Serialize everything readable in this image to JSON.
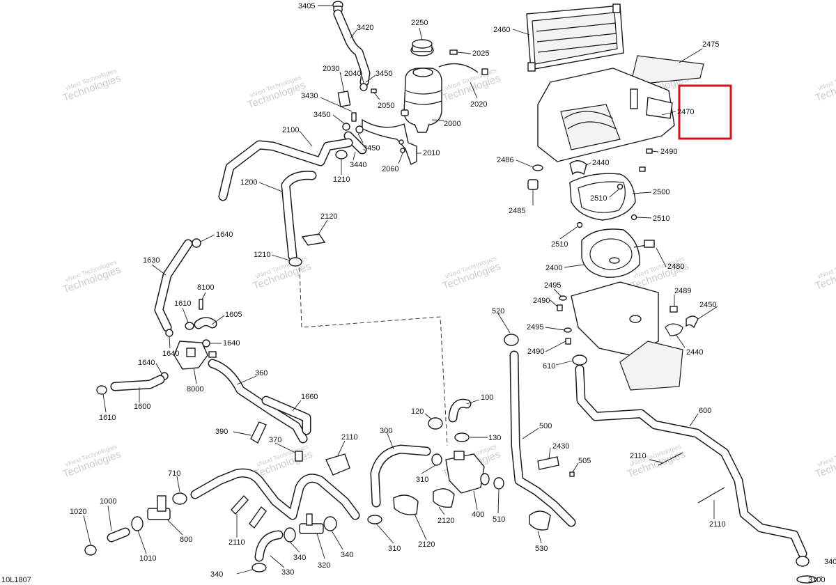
{
  "diagram_code": "10L1807",
  "watermark": {
    "line1": "vNext Technologies",
    "line2": "Technologies"
  },
  "highlight_color": "#d0121b",
  "callouts": [
    {
      "id": "3405",
      "label": "3405"
    },
    {
      "id": "3420",
      "label": "3420"
    },
    {
      "id": "2250",
      "label": "2250"
    },
    {
      "id": "2460",
      "label": "2460"
    },
    {
      "id": "2475",
      "label": "2475"
    },
    {
      "id": "2025",
      "label": "2025"
    },
    {
      "id": "2030",
      "label": "2030"
    },
    {
      "id": "2040",
      "label": "2040"
    },
    {
      "id": "3450a",
      "label": "3450"
    },
    {
      "id": "2050",
      "label": "2050"
    },
    {
      "id": "2020",
      "label": "2020"
    },
    {
      "id": "3430",
      "label": "3430"
    },
    {
      "id": "2470",
      "label": "2470"
    },
    {
      "id": "3450b",
      "label": "3450"
    },
    {
      "id": "2000",
      "label": "2000"
    },
    {
      "id": "2100",
      "label": "2100"
    },
    {
      "id": "3450c",
      "label": "3450"
    },
    {
      "id": "2010",
      "label": "2010"
    },
    {
      "id": "3440",
      "label": "3440"
    },
    {
      "id": "2060",
      "label": "2060"
    },
    {
      "id": "2486",
      "label": "2486"
    },
    {
      "id": "2440a",
      "label": "2440"
    },
    {
      "id": "2490a",
      "label": "2490"
    },
    {
      "id": "1210a",
      "label": "1210"
    },
    {
      "id": "1200",
      "label": "1200"
    },
    {
      "id": "2510a",
      "label": "2510"
    },
    {
      "id": "2500",
      "label": "2500"
    },
    {
      "id": "2485",
      "label": "2485"
    },
    {
      "id": "2120a",
      "label": "2120"
    },
    {
      "id": "2510b",
      "label": "2510"
    },
    {
      "id": "1640a",
      "label": "1640"
    },
    {
      "id": "2510c",
      "label": "2510"
    },
    {
      "id": "1210b",
      "label": "1210"
    },
    {
      "id": "1630",
      "label": "1630"
    },
    {
      "id": "2400",
      "label": "2400"
    },
    {
      "id": "2480",
      "label": "2480"
    },
    {
      "id": "8100",
      "label": "8100"
    },
    {
      "id": "2495a",
      "label": "2495"
    },
    {
      "id": "2489",
      "label": "2489"
    },
    {
      "id": "1610a",
      "label": "1610"
    },
    {
      "id": "2490b",
      "label": "2490"
    },
    {
      "id": "2450",
      "label": "2450"
    },
    {
      "id": "1605",
      "label": "1605"
    },
    {
      "id": "520",
      "label": "520"
    },
    {
      "id": "1640b",
      "label": "1640"
    },
    {
      "id": "2495b",
      "label": "2495"
    },
    {
      "id": "1640c",
      "label": "1640"
    },
    {
      "id": "2490c",
      "label": "2490"
    },
    {
      "id": "2440b",
      "label": "2440"
    },
    {
      "id": "1640d",
      "label": "1640"
    },
    {
      "id": "610",
      "label": "610"
    },
    {
      "id": "360",
      "label": "360"
    },
    {
      "id": "8000",
      "label": "8000"
    },
    {
      "id": "1660",
      "label": "1660"
    },
    {
      "id": "1600",
      "label": "1600"
    },
    {
      "id": "100",
      "label": "100"
    },
    {
      "id": "1610b",
      "label": "1610"
    },
    {
      "id": "120",
      "label": "120"
    },
    {
      "id": "600",
      "label": "600"
    },
    {
      "id": "300",
      "label": "300"
    },
    {
      "id": "500",
      "label": "500"
    },
    {
      "id": "390",
      "label": "390"
    },
    {
      "id": "370",
      "label": "370"
    },
    {
      "id": "2110a",
      "label": "2110"
    },
    {
      "id": "130",
      "label": "130"
    },
    {
      "id": "2430",
      "label": "2430"
    },
    {
      "id": "2110b",
      "label": "2110"
    },
    {
      "id": "505",
      "label": "505"
    },
    {
      "id": "710",
      "label": "710"
    },
    {
      "id": "1000",
      "label": "1000"
    },
    {
      "id": "310a",
      "label": "310"
    },
    {
      "id": "1020",
      "label": "1020"
    },
    {
      "id": "400",
      "label": "400"
    },
    {
      "id": "510",
      "label": "510"
    },
    {
      "id": "2120b",
      "label": "2120"
    },
    {
      "id": "2110c",
      "label": "2110"
    },
    {
      "id": "800",
      "label": "800"
    },
    {
      "id": "2110d",
      "label": "2110"
    },
    {
      "id": "1010",
      "label": "1010"
    },
    {
      "id": "340a",
      "label": "340"
    },
    {
      "id": "320",
      "label": "320"
    },
    {
      "id": "340b",
      "label": "340"
    },
    {
      "id": "310b",
      "label": "310"
    },
    {
      "id": "2120c",
      "label": "2120"
    },
    {
      "id": "530",
      "label": "530"
    },
    {
      "id": "340c",
      "label": "340"
    },
    {
      "id": "330",
      "label": "330"
    },
    {
      "id": "340d",
      "label": "340"
    },
    {
      "id": "3100",
      "label": "3100"
    }
  ]
}
